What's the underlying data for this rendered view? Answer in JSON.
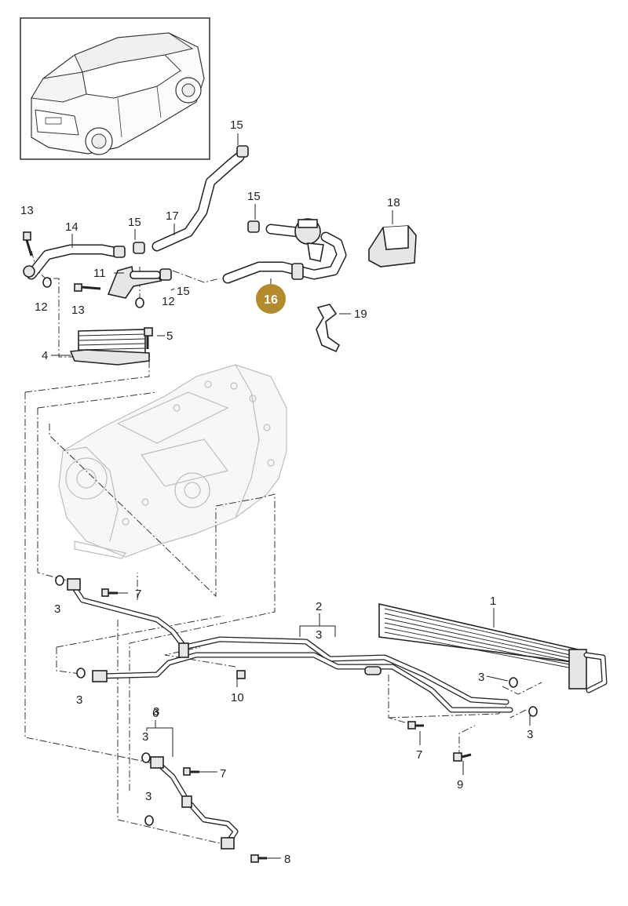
{
  "callouts": {
    "c1": "1",
    "c2": "2",
    "c3a": "3",
    "c3b": "3",
    "c3c": "3",
    "c3d": "3",
    "c3e": "3",
    "c3f": "3",
    "c3g": "3",
    "c3h": "3",
    "c4": "4",
    "c5": "5",
    "c6": "6",
    "c7a": "7",
    "c7b": "7",
    "c7c": "7",
    "c8": "8",
    "c9": "9",
    "c10": "10",
    "c11": "11",
    "c12a": "12",
    "c12b": "12",
    "c13a": "13",
    "c13b": "13",
    "c14": "14",
    "c15a": "15",
    "c15b": "15",
    "c15c": "15",
    "c15d": "15",
    "c17": "17",
    "c18": "18",
    "c19": "19"
  },
  "highlight": {
    "label": "16",
    "color": "#b38b2c"
  },
  "colors": {
    "line": "#222222",
    "ghost": "#bdbdbd"
  }
}
